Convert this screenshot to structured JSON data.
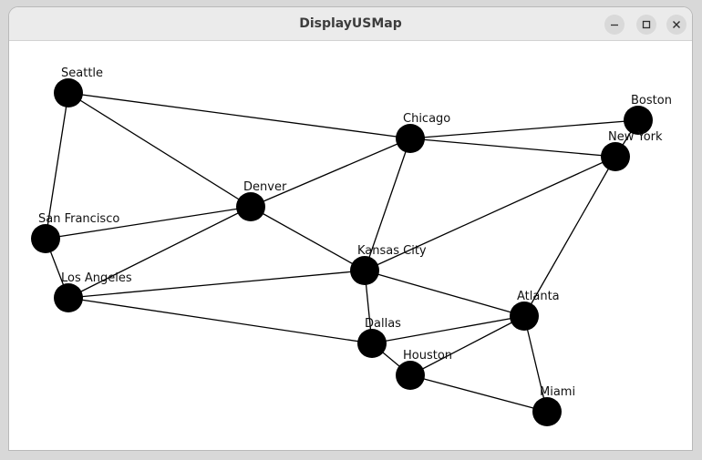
{
  "window": {
    "title": "DisplayUSMap",
    "controls": [
      "minimize-icon",
      "maximize-icon",
      "close-icon"
    ]
  },
  "graph": {
    "vertices": [
      {
        "id": "seattle",
        "name": "Seattle"
      },
      {
        "id": "san-francisco",
        "name": "San Francisco"
      },
      {
        "id": "los-angeles",
        "name": "Los Angeles"
      },
      {
        "id": "denver",
        "name": "Denver"
      },
      {
        "id": "kansas-city",
        "name": "Kansas City"
      },
      {
        "id": "chicago",
        "name": "Chicago"
      },
      {
        "id": "boston",
        "name": "Boston"
      },
      {
        "id": "new-york",
        "name": "New York"
      },
      {
        "id": "atlanta",
        "name": "Atlanta"
      },
      {
        "id": "miami",
        "name": "Miami"
      },
      {
        "id": "dallas",
        "name": "Dallas"
      },
      {
        "id": "houston",
        "name": "Houston"
      }
    ],
    "edges": [
      [
        "Seattle",
        "San Francisco"
      ],
      [
        "Seattle",
        "Chicago"
      ],
      [
        "Seattle",
        "Denver"
      ],
      [
        "San Francisco",
        "Denver"
      ],
      [
        "San Francisco",
        "Los Angeles"
      ],
      [
        "Los Angeles",
        "Denver"
      ],
      [
        "Los Angeles",
        "Kansas City"
      ],
      [
        "Los Angeles",
        "Dallas"
      ],
      [
        "Denver",
        "Chicago"
      ],
      [
        "Denver",
        "Kansas City"
      ],
      [
        "Chicago",
        "Boston"
      ],
      [
        "Chicago",
        "New York"
      ],
      [
        "Chicago",
        "Kansas City"
      ],
      [
        "Boston",
        "New York"
      ],
      [
        "New York",
        "Kansas City"
      ],
      [
        "New York",
        "Atlanta"
      ],
      [
        "Kansas City",
        "Atlanta"
      ],
      [
        "Kansas City",
        "Dallas"
      ],
      [
        "Atlanta",
        "Dallas"
      ],
      [
        "Atlanta",
        "Houston"
      ],
      [
        "Atlanta",
        "Miami"
      ],
      [
        "Dallas",
        "Houston"
      ],
      [
        "Houston",
        "Miami"
      ]
    ]
  },
  "colors": {
    "vertex": "#000000",
    "edge": "#000000",
    "label": "#111111"
  }
}
